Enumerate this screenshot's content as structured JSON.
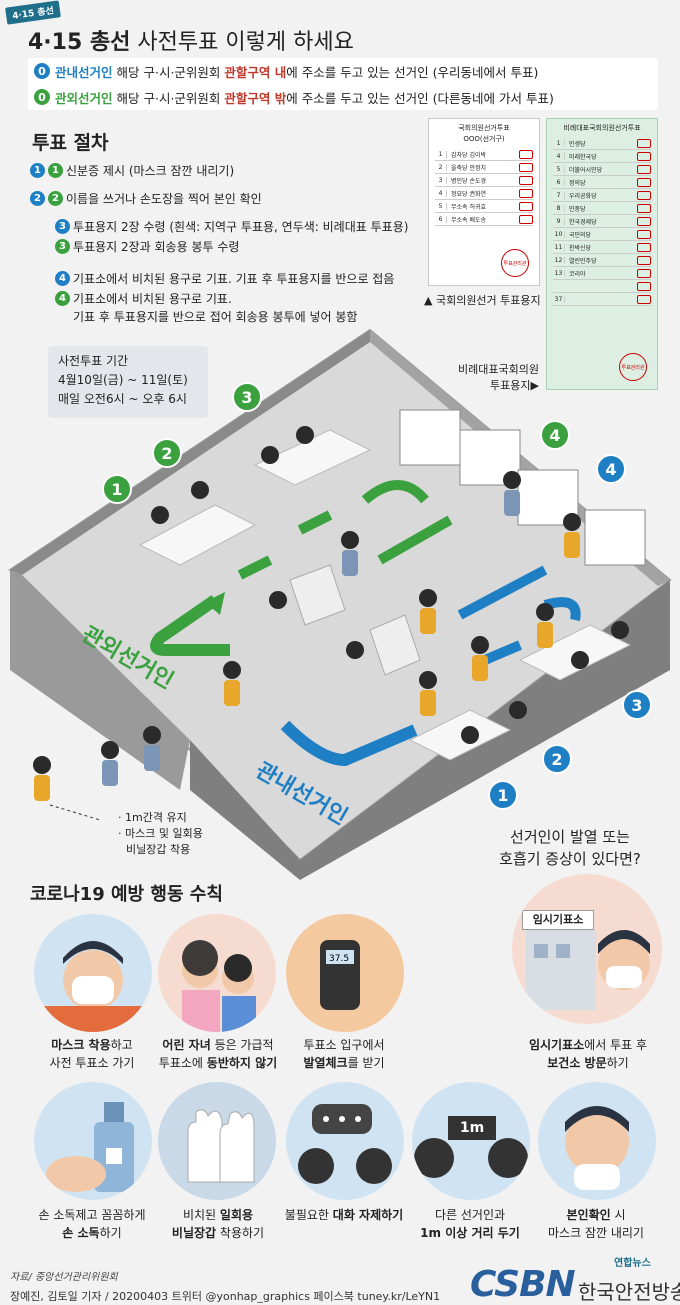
{
  "header": {
    "tag": "4·15 총선",
    "title_bold": "4·15 총선",
    "title_rest": "사전투표 이렇게 하세요"
  },
  "voters": {
    "inner": {
      "num": "0",
      "name": "관내선거인",
      "prefix": "해당 구·시·군위원회",
      "zone": "관할구역 내",
      "suffix": "에 주소를 두고 있는 선거인 (우리동네에서 투표)"
    },
    "outer": {
      "num": "0",
      "name": "관외선거인",
      "prefix": "해당 구·시·군위원회",
      "zone": "관할구역 밖",
      "suffix": "에 주소를 두고 있는 선거인 (다른동네에 가서 투표)"
    }
  },
  "procedure": {
    "title": "투표 절차",
    "steps": [
      {
        "nums": [
          "1",
          "1"
        ],
        "text": "신분증 제시 (마스크 잠깐 내리기)"
      },
      {
        "nums": [
          "2",
          "2"
        ],
        "text": "이름을 쓰거나 손도장을 찍어 본인 확인"
      },
      {
        "nums": [
          "3"
        ],
        "text": "투표용지 2장 수령 (흰색: 지역구 투표용, 연두색: 비례대표 투표용)"
      },
      {
        "nums": [
          "3"
        ],
        "text": "투표용지 2장과 회송용 봉투 수령"
      },
      {
        "nums": [
          "4"
        ],
        "text": "기표소에서 비치된 용구로 기표. 기표 후 투표용지를 반으로 접음"
      },
      {
        "nums": [
          "4"
        ],
        "text": "기표소에서 비치된 용구로 기표."
      },
      {
        "nums": [],
        "text": "기표 후 투표용지를 반으로 접어 회송용 봉투에 넣어 봉함"
      }
    ]
  },
  "ballots": {
    "district": {
      "header": "국회의원선거투표",
      "sub": "OOO(선거구)",
      "rows": [
        {
          "n": "1",
          "p": "갑자당 김이박"
        },
        {
          "n": "2",
          "p": "을축당 안정치"
        },
        {
          "n": "3",
          "p": "병인당 손도경"
        },
        {
          "n": "4",
          "p": "정묘당 권화연"
        },
        {
          "n": "5",
          "p": "무소속 허귀효"
        },
        {
          "n": "6",
          "p": "무소속 배도송"
        }
      ],
      "stamp": "투표관리관",
      "caption": "▲ 국회의원선거 투표용지"
    },
    "proportional": {
      "header": "비례대표국회의원선거투표",
      "rows": [
        {
          "n": "1",
          "p": "민생당"
        },
        {
          "n": "4",
          "p": "미래한국당"
        },
        {
          "n": "5",
          "p": "더불어시민당"
        },
        {
          "n": "6",
          "p": "정의당"
        },
        {
          "n": "7",
          "p": "우리공화당"
        },
        {
          "n": "8",
          "p": "민중당"
        },
        {
          "n": "9",
          "p": "한국경제당"
        },
        {
          "n": "10",
          "p": "국민의당"
        },
        {
          "n": "11",
          "p": "친박신당"
        },
        {
          "n": "12",
          "p": "열린민주당"
        },
        {
          "n": "13",
          "p": "코리아"
        },
        {
          "n": "",
          "p": ""
        },
        {
          "n": "37",
          "p": ""
        }
      ],
      "stamp": "투표관리관",
      "caption_line1": "비례대표국회의원",
      "caption_line2": "투표용지▶"
    }
  },
  "period": {
    "title": "사전투표 기간",
    "dates": "4월10일(금) ~ 11일(토)",
    "hours": "매일 오전6시 ~ 오후 6시"
  },
  "diagram": {
    "outer_label": "관외선거인",
    "inner_label": "관내선거인",
    "step_numbers": [
      "1",
      "2",
      "3",
      "4",
      "4",
      "3",
      "2",
      "1"
    ],
    "note_line1": "· 1m간격 유지",
    "note_line2": "· 마스크 및 일회용",
    "note_line3": "비닐장갑 착용",
    "colors": {
      "green": "#3aa13e",
      "blue": "#1f7fc4"
    }
  },
  "corona": {
    "title": "코로나19 예방 행동 수칙",
    "symptom_q_line1": "선거인이 발열 또는",
    "symptom_q_line2": "호흡기 증상이 있다면?",
    "temp_booth_label": "임시기표소",
    "thermo": "37.5",
    "distance": "1m",
    "items": [
      {
        "b1": "마스크 착용",
        "t1": "하고",
        "t2": "사전 투표소 가기"
      },
      {
        "b1": "어린 자녀",
        "t1": " 등은 가급적",
        "t2a": "투표소에 ",
        "b2": "동반하지 않기"
      },
      {
        "t1": "투표소 입구에서",
        "b2": "발열체크",
        "t2": "를 받기"
      },
      {
        "b1": "임시기표소",
        "t1": "에서 투표 후",
        "b2": "보건소 방문",
        "t2": "하기"
      },
      {
        "t1": "손 소독제고 꼼꼼하게",
        "b2": "손 소독",
        "t2": "하기"
      },
      {
        "t1": "비치된 ",
        "b1": "일회용",
        "b2": "비닐장갑",
        "t2": " 착용하기"
      },
      {
        "t1": "불필요한 ",
        "b1": "대화 자제하기"
      },
      {
        "t1": "다른 선거인과",
        "b2": "1m 이상 거리 두기"
      },
      {
        "b1": "본인확인",
        "t1": " 시",
        "t2": "마스크 잠깐 내리기"
      }
    ]
  },
  "footer": {
    "source": "자료/ 중앙선거관리위원회",
    "credit": "장예진, 김토일 기자 / 20200403 트위터 @yonhap_graphics 페이스북 tuney.kr/LeYN1",
    "agency": "연합뉴스",
    "brand": "CSBN",
    "brand_sub": "한국안전방송"
  }
}
